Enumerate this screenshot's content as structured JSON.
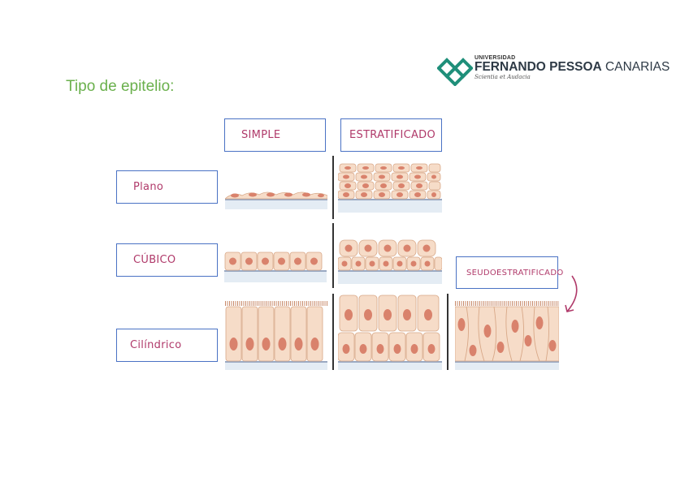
{
  "title": "Tipo de epitelio:",
  "logo": {
    "line1": "UNIVERSIDAD",
    "line2_bold": "FERNANDO PESSOA",
    "line2_rest": " CANARIAS",
    "motto": "Scientia et Audacia",
    "icon": "diamond-lattice-logo-icon",
    "color": "#1f8f7a"
  },
  "columns": {
    "simple": "SIMPLE",
    "stratified": "ESTRATIFICADO",
    "pseudo": "SEUDOESTRATIFICADO"
  },
  "rows": {
    "flat": "Plano",
    "cubic": "CÚBICO",
    "cylindrical": "Cilíndrico"
  },
  "colors": {
    "label_text": "#b03a6a",
    "box_border": "#4a72c4",
    "title": "#6ab04c",
    "cell_fill": "#f6dcc8",
    "nucleus": "#d9826c",
    "membrane": "#b8c7d8"
  }
}
